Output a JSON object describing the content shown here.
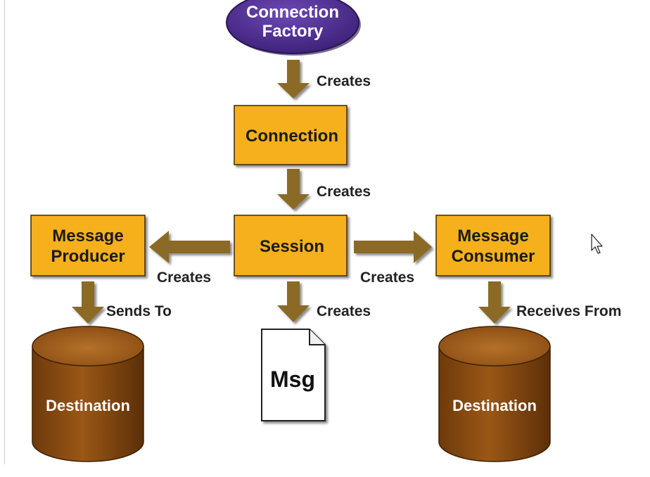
{
  "diagram": {
    "nodes": {
      "connection_factory": {
        "line1": "Connection",
        "line2": "Factory"
      },
      "connection": {
        "label": "Connection"
      },
      "session": {
        "label": "Session"
      },
      "producer": {
        "line1": "Message",
        "line2": "Producer"
      },
      "consumer": {
        "line1": "Message",
        "line2": "Consumer"
      },
      "msg": {
        "label": "Msg"
      },
      "destination_left": {
        "label": "Destination"
      },
      "destination_right": {
        "label": "Destination"
      }
    },
    "edges": {
      "factory_to_connection": "Creates",
      "connection_to_session": "Creates",
      "session_to_producer": "Creates",
      "session_to_consumer": "Creates",
      "session_to_msg": "Creates",
      "producer_to_destination": "Sends To",
      "consumer_from_destination": "Receives From"
    }
  },
  "colors": {
    "oval_fill": "#4a2a8a",
    "box_fill": "#f5b01f",
    "arrow": "#8b6a25",
    "cylinder": "#8a4d12",
    "cylinder_top": "#a0601e"
  },
  "cursor": {
    "icon": "mouse-pointer-icon"
  }
}
